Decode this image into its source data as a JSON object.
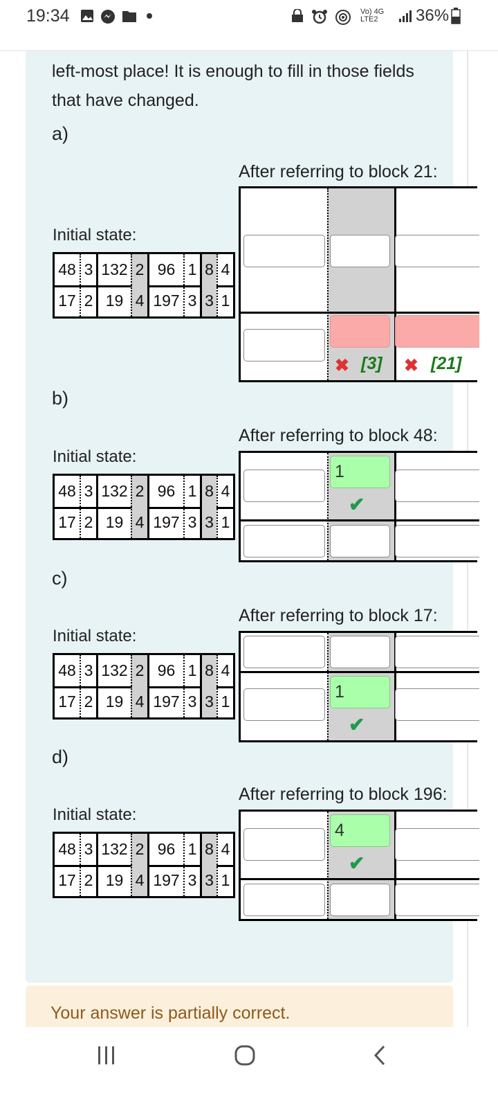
{
  "status_bar": {
    "time": "19:34",
    "network": "Vo) 4G LTE2",
    "battery": "36%"
  },
  "intro_text": "left-most place! It is enough to fill in those fields that have changed.",
  "initial_state_label": "Initial state:",
  "initial_state": {
    "row1": [
      "48",
      "3",
      "132",
      "2",
      "96",
      "1",
      "8",
      "4"
    ],
    "row2": [
      "17",
      "2",
      "19",
      "4",
      "197",
      "3",
      "3",
      "1"
    ]
  },
  "questions": [
    {
      "label": "a)",
      "after_text": "After referring to block 21:",
      "row1": [
        "",
        "",
        ""
      ],
      "row2": [
        "",
        "",
        ""
      ],
      "feedback": [
        "[3]",
        "[21]"
      ]
    },
    {
      "label": "b)",
      "after_text": "After referring to block 48:",
      "row1": [
        "",
        "1",
        ""
      ],
      "row2": [
        "",
        "",
        ""
      ]
    },
    {
      "label": "c)",
      "after_text": "After referring to block 17:",
      "row1": [
        "",
        "",
        ""
      ],
      "row2": [
        "",
        "1",
        ""
      ]
    },
    {
      "label": "d)",
      "after_text": "After referring to block 196:",
      "row1": [
        "",
        "4",
        ""
      ],
      "row2": [
        "",
        "",
        ""
      ]
    }
  ],
  "feedback_message": "Your answer is partially correct.",
  "icons": {
    "incorrect": "x-mark-icon",
    "correct": "check-icon"
  },
  "colors": {
    "panel": "#e8f3f5",
    "incorrect_field": "#fba9a9",
    "correct_field": "#aaffaa",
    "feedback_bg": "#fcf0dd",
    "feedback_text": "#8c5a1b"
  }
}
